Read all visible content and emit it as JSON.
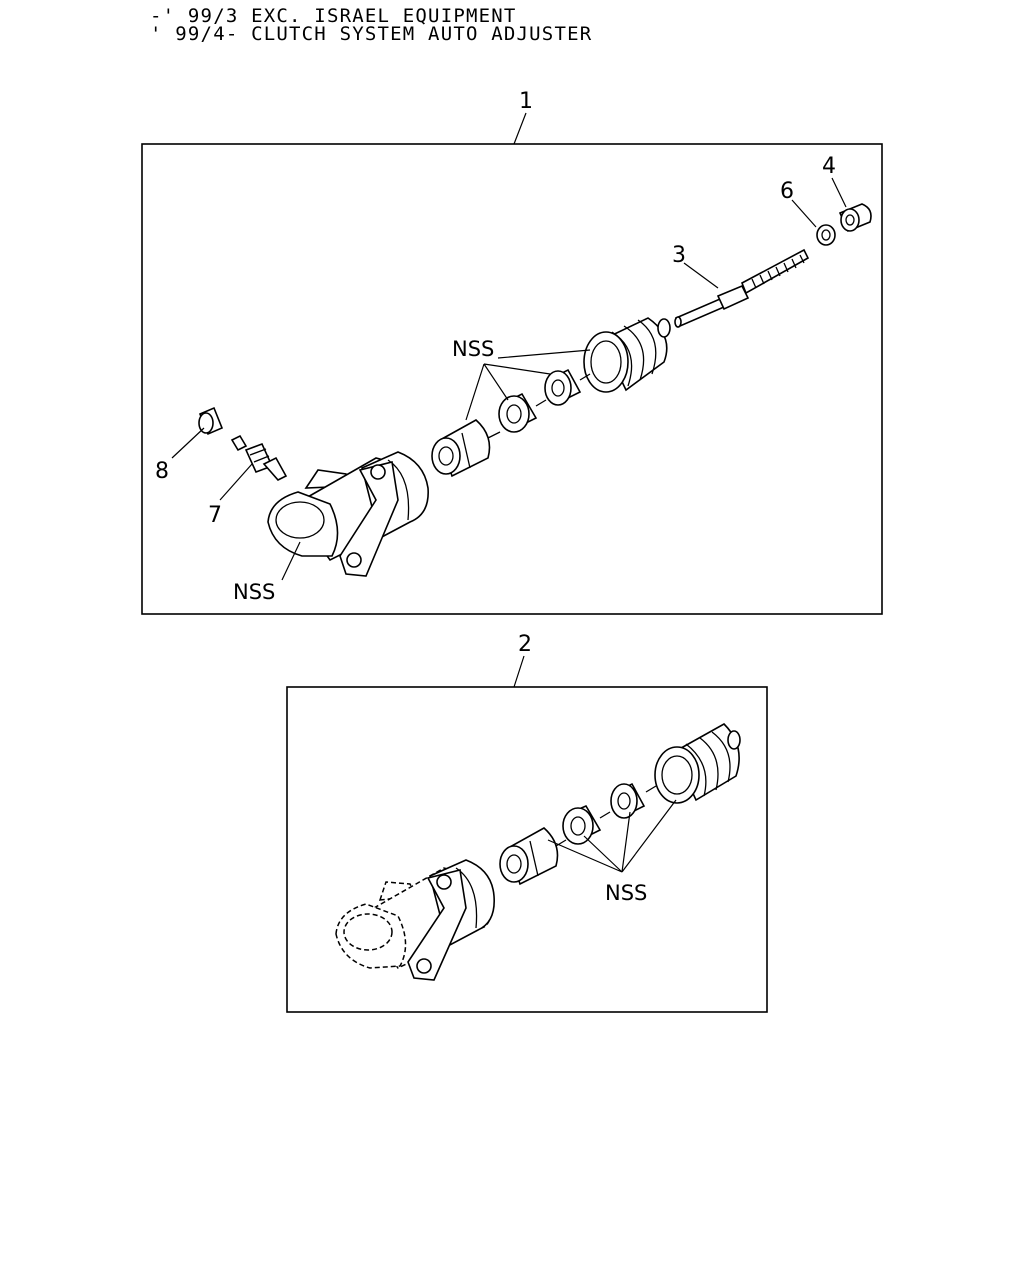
{
  "header": {
    "line1": "-' 99/3 EXC. ISRAEL EQUIPMENT",
    "line2": "' 99/4- CLUTCH SYSTEM AUTO ADJUSTER"
  },
  "assemblies": [
    {
      "callout": "1"
    },
    {
      "callout": "2"
    }
  ],
  "parts": [
    {
      "callout": "3"
    },
    {
      "callout": "4"
    },
    {
      "callout": "6"
    },
    {
      "callout": "7"
    },
    {
      "callout": "8"
    }
  ],
  "nss_label": "NSS"
}
